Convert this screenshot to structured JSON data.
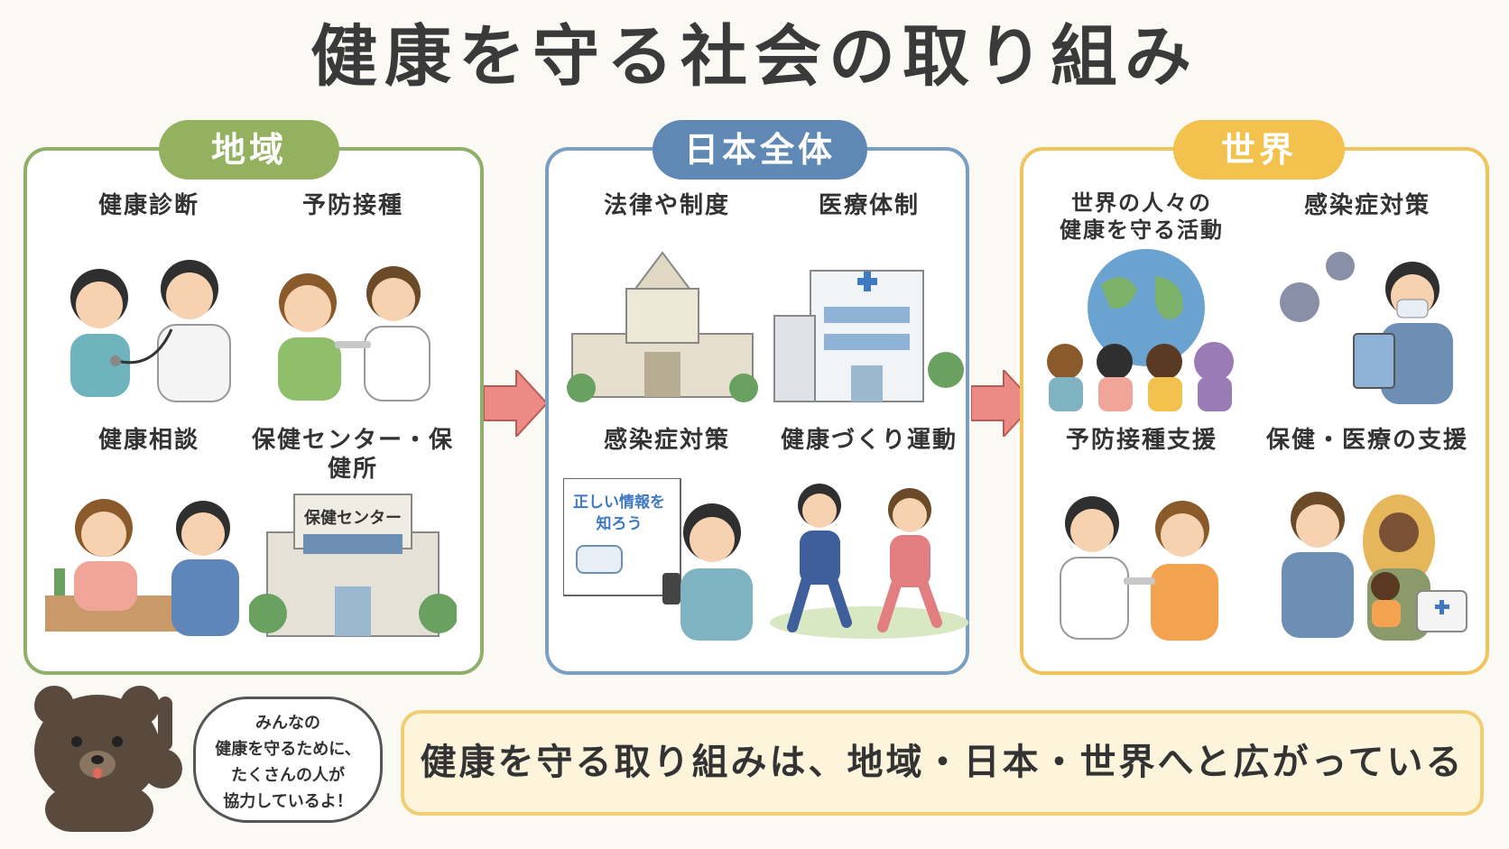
{
  "title": "健康を守る社会の取り組み",
  "panels": [
    {
      "tag": "地域",
      "color": "#93b15e",
      "items": [
        {
          "label": "健康診断",
          "icon": "doctor-stethoscope-icon"
        },
        {
          "label": "予防接種",
          "icon": "nurse-vaccine-icon"
        },
        {
          "label": "健康相談",
          "icon": "consultation-icon"
        },
        {
          "label": "保健センター・保健所",
          "icon": "health-center-building-icon"
        }
      ],
      "building_sign": "保健センター"
    },
    {
      "tag": "日本全体",
      "color": "#5f89b4",
      "items": [
        {
          "label": "法律や制度",
          "icon": "diet-building-icon"
        },
        {
          "label": "医療体制",
          "icon": "hospital-icon"
        },
        {
          "label": "感染症対策",
          "icon": "smartphone-info-icon"
        },
        {
          "label": "健康づくり運動",
          "icon": "jogging-people-icon"
        }
      ],
      "poster_line1": "正しい情報を",
      "poster_line2": "知ろう"
    },
    {
      "tag": "世界",
      "color": "#f2c14e",
      "items": [
        {
          "label_line1": "世界の人々の",
          "label_line2": "健康を守る活動",
          "icon": "globe-people-icon"
        },
        {
          "label": "感染症対策",
          "icon": "virus-mask-icon"
        },
        {
          "label": "予防接種支援",
          "icon": "vaccine-support-icon"
        },
        {
          "label": "保健・医療の支援",
          "icon": "medical-support-icon"
        }
      ]
    }
  ],
  "bubble": {
    "line1": "みんなの",
    "line2": "健康を守るために、",
    "line3": "たくさんの人が",
    "line4": "協力しているよ！"
  },
  "summary": "健康を守る取り組みは、地域・日本・世界へと広がっている"
}
